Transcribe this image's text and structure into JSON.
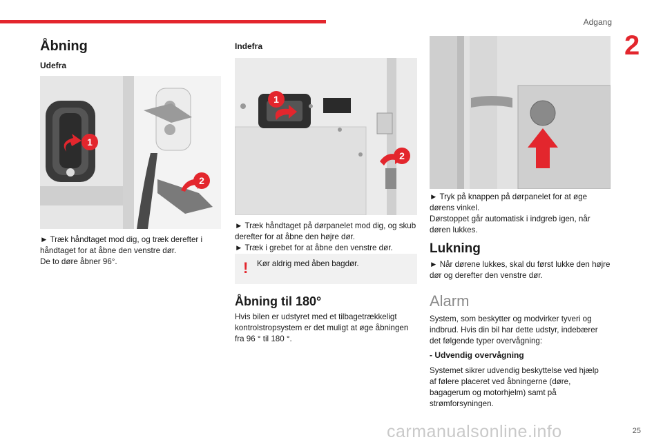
{
  "header": {
    "section": "Adgang",
    "chapter": "2",
    "page": "25"
  },
  "watermark": "carmanualsonline.info",
  "col1": {
    "title": "Åbning",
    "subtitle": "Udefra",
    "callouts": [
      "1",
      "2"
    ],
    "para1": "► Træk håndtaget mod dig, og træk derefter i håndtaget for at åbne den venstre dør.",
    "para2": "De to døre åbner 96°."
  },
  "col2": {
    "subtitle": "Indefra",
    "callouts": [
      "1",
      "2"
    ],
    "para1": "► Træk håndtaget på dørpanelet mod dig, og skub derefter for at åbne den højre dør.",
    "para2": "► Træk i grebet for at åbne den venstre dør.",
    "warning_mark": "!",
    "warning": "Kør aldrig med åben bagdør.",
    "title2": "Åbning til 180°",
    "para3": "Hvis bilen er udstyret med et tilbagetrækkeligt kontrolstropsystem er det muligt at øge åbningen fra 96 ° til 180 °."
  },
  "col3": {
    "para1": "► Tryk på knappen på dørpanelet for at øge dørens vinkel.",
    "para2": "Dørstoppet går automatisk i indgreb igen, når døren lukkes.",
    "title_lukning": "Lukning",
    "para3": "► Når dørene lukkes, skal du først lukke den højre dør og derefter den venstre dør.",
    "title_alarm": "Alarm",
    "para4": "System, som beskytter og modvirker tyveri og indbrud. Hvis din bil har dette udstyr, indebærer det følgende typer overvågning:",
    "sub_udvendig": "- Udvendig overvågning",
    "para5": "Systemet sikrer udvendig beskyttelse ved hjælp af følere placeret ved åbningerne (døre, bagagerum og motorhjelm) samt på strømforsyningen."
  },
  "colors": {
    "accent": "#e3262d",
    "grey_text": "#8a8a8a"
  }
}
